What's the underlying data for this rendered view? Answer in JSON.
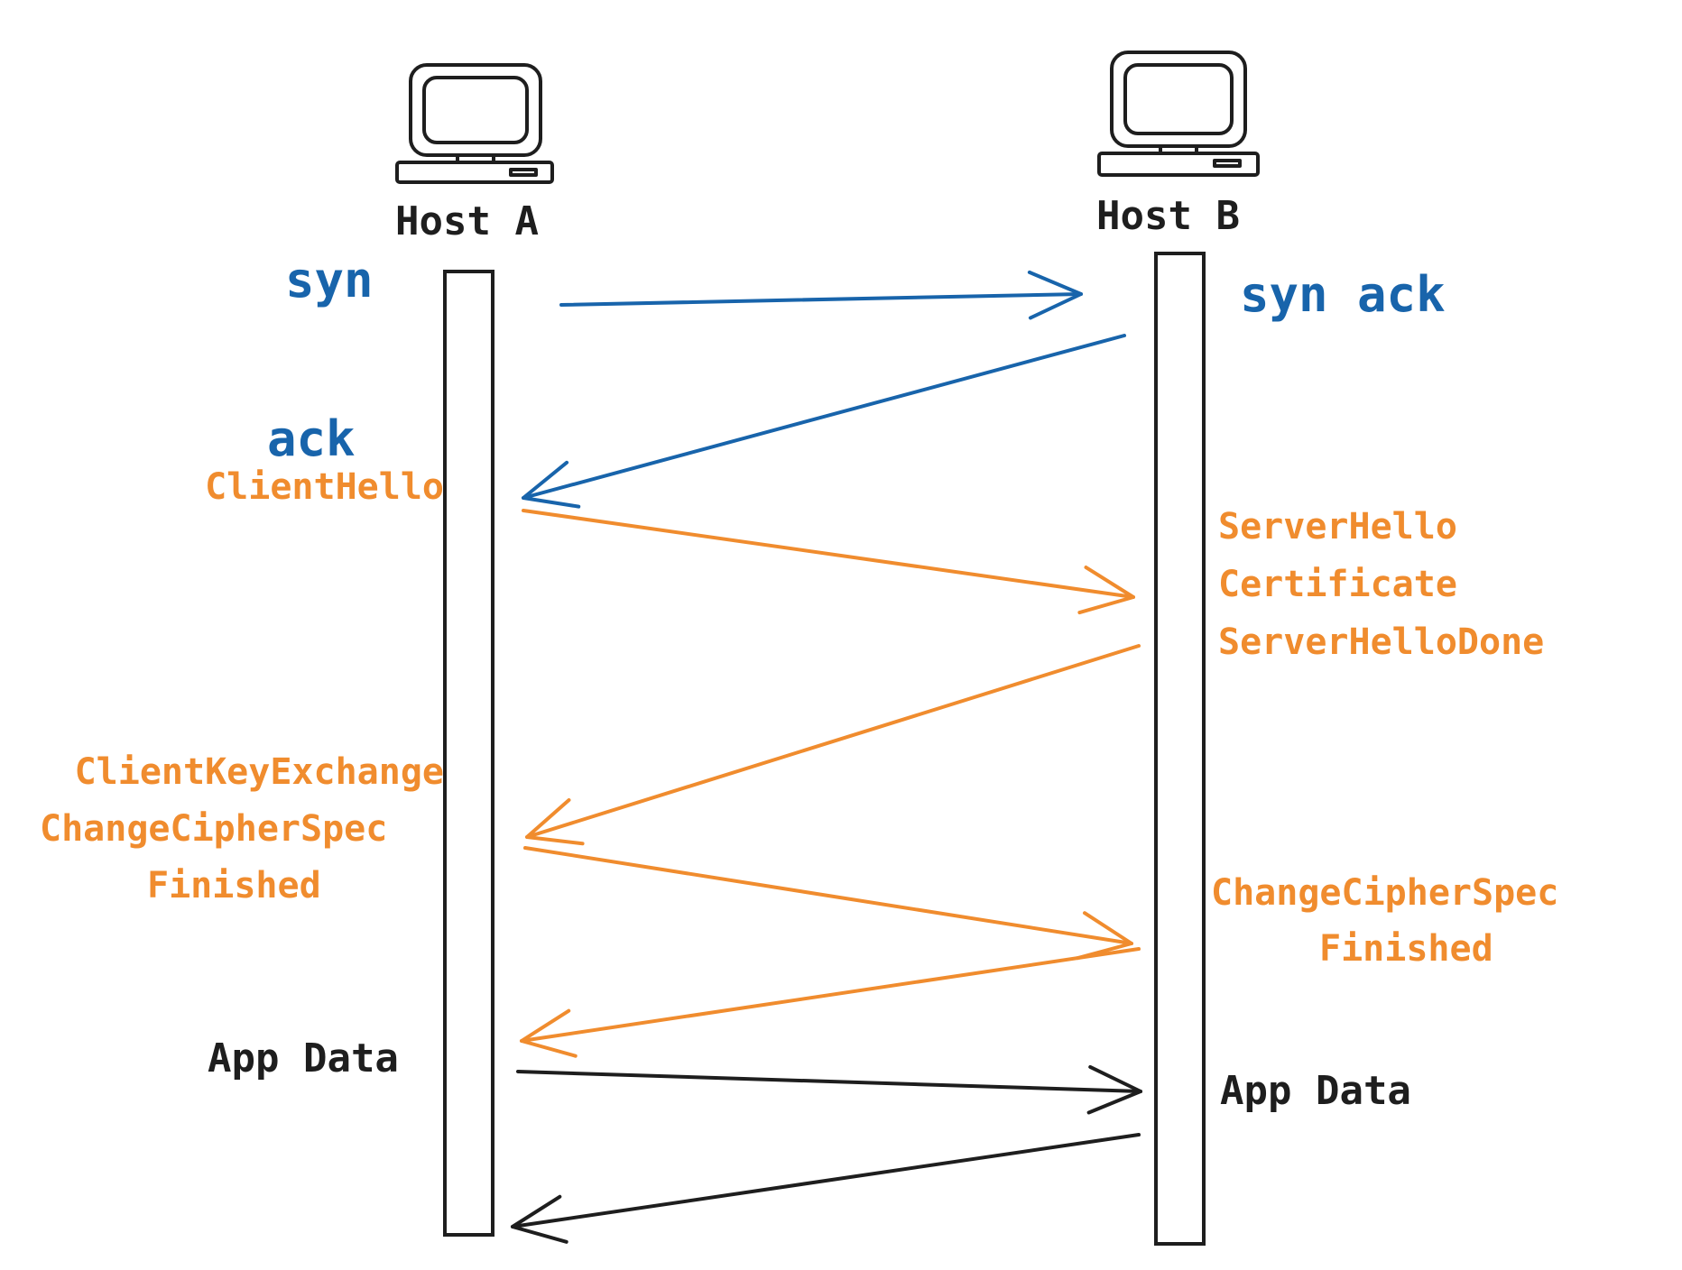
{
  "colors": {
    "handshake": "#1864ab",
    "tls": "#f08c2e",
    "app": "#1e1e1e",
    "stroke": "#1e1e1e"
  },
  "hosts": [
    {
      "id": "a",
      "label": "Host A",
      "icon": "computer-icon"
    },
    {
      "id": "b",
      "label": "Host B",
      "icon": "computer-icon"
    }
  ],
  "labels": {
    "syn": "syn",
    "syn_ack": "syn ack",
    "ack": "ack",
    "client_hello": "ClientHello",
    "server_hello": "ServerHello",
    "certificate": "Certificate",
    "server_hello_done": "ServerHelloDone",
    "client_key_exchange": "ClientKeyExchange",
    "change_cipher_spec_a": "ChangeCipherSpec",
    "finished_a": "Finished",
    "change_cipher_spec_b": "ChangeCipherSpec",
    "finished_b": "Finished",
    "app_data_a": "App Data",
    "app_data_b": "App Data"
  },
  "messages": [
    {
      "from": "a",
      "to": "b",
      "group": "handshake"
    },
    {
      "from": "b",
      "to": "a",
      "group": "handshake"
    },
    {
      "from": "a",
      "to": "b",
      "group": "tls"
    },
    {
      "from": "b",
      "to": "a",
      "group": "tls"
    },
    {
      "from": "a",
      "to": "b",
      "group": "tls"
    },
    {
      "from": "b",
      "to": "a",
      "group": "tls"
    },
    {
      "from": "a",
      "to": "b",
      "group": "app"
    },
    {
      "from": "b",
      "to": "a",
      "group": "app"
    }
  ]
}
